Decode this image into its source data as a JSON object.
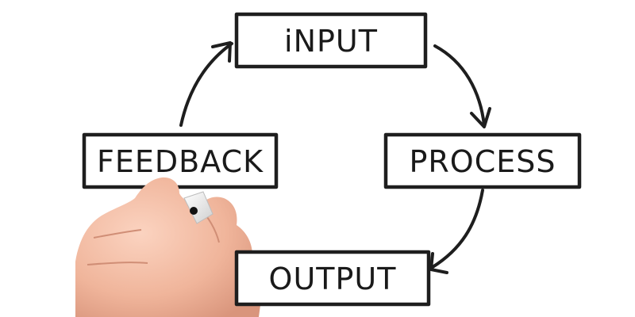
{
  "diagram": {
    "nodes": {
      "input": "iNPUT",
      "process": "PROCESS",
      "output": "OUTPUT",
      "feedback": "FEEDBACK"
    }
  },
  "colors": {
    "ink": "#1e1e1e",
    "skin": "#f0b9a0",
    "marker_cap": "#e6e6e6"
  }
}
